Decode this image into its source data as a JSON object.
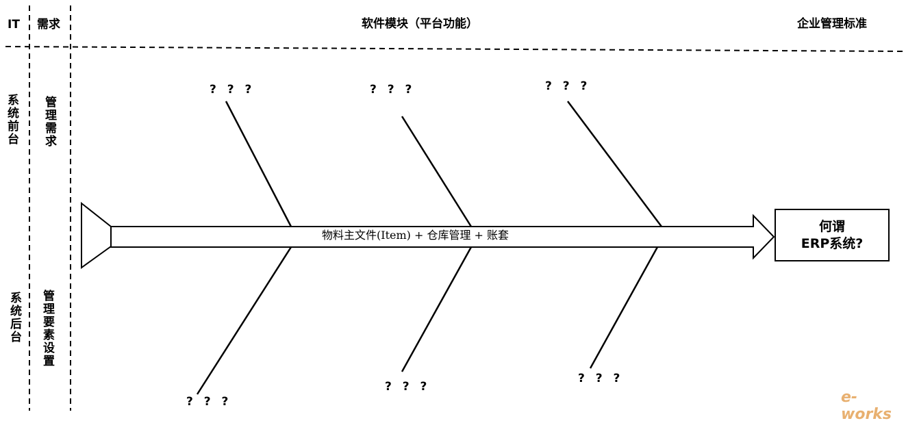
{
  "header": {
    "it": "IT",
    "requirement": "需求",
    "software_modules": "软件模块（平台功能）",
    "enterprise_standard": "企业管理标准"
  },
  "rows": {
    "front": {
      "it": "系统前台",
      "requirement": "管理需求"
    },
    "back": {
      "it": "系统后台",
      "requirement": "管理要素设置"
    }
  },
  "spine_text": "物料主文件(Item) + 仓库管理 + 账套",
  "result": {
    "line1": "何谓",
    "line2": "ERP系统?"
  },
  "bones": {
    "top": [
      "? ? ?",
      "? ? ?",
      "? ? ?"
    ],
    "bottom": [
      "? ? ?",
      "? ? ?",
      "? ? ?"
    ]
  },
  "watermark": "e-works"
}
